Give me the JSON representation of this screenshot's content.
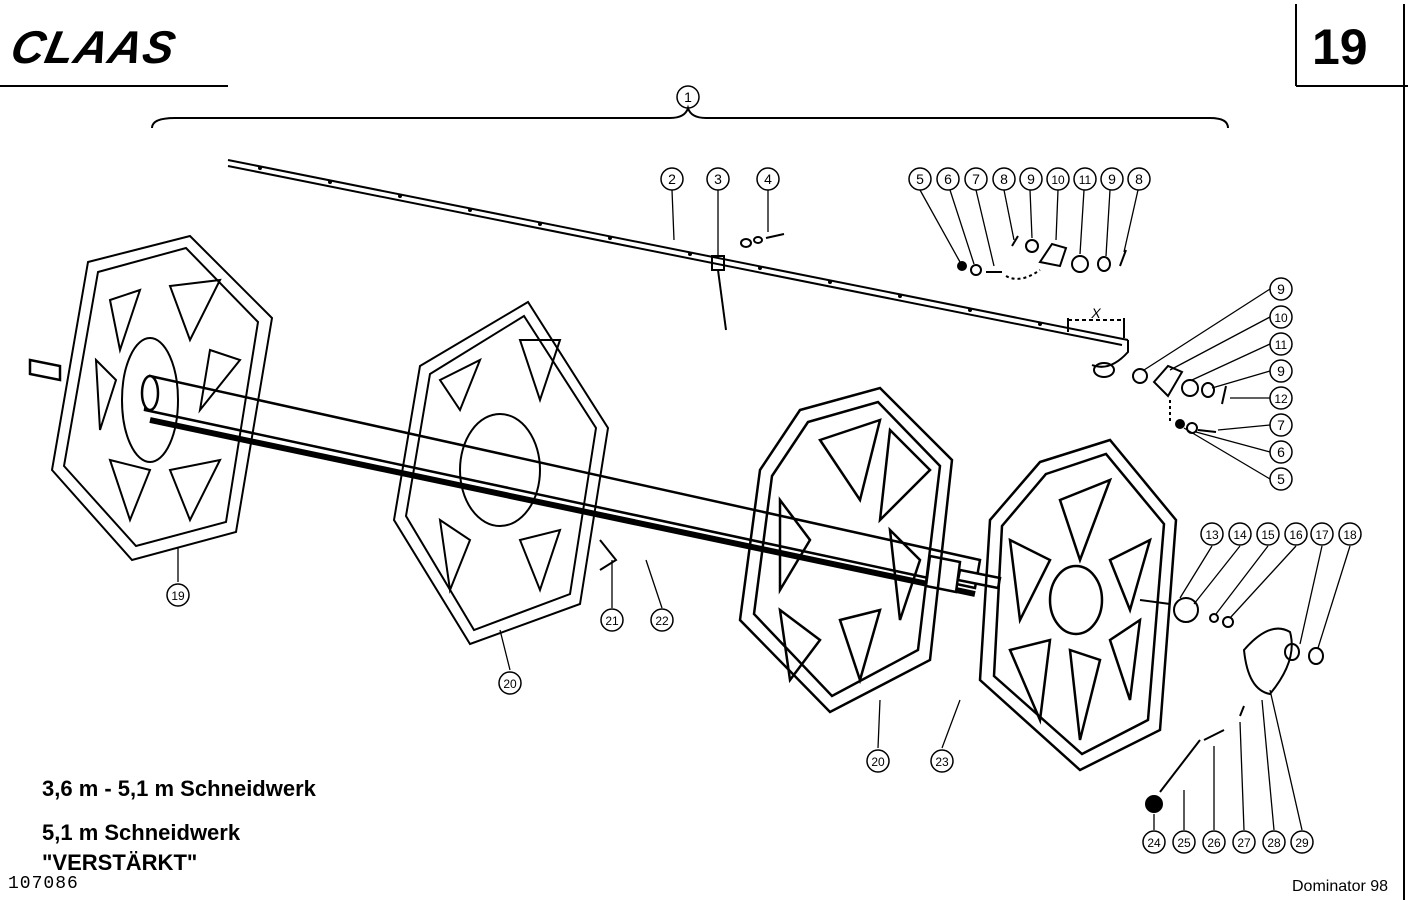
{
  "header": {
    "brand": "CLAAS",
    "page_number": "19"
  },
  "captions": {
    "line1": "3,6 m - 5,1 m Schneidwerk",
    "line2": "5,1 m Schneidwerk",
    "line3": "\"VERSTÄRKT\""
  },
  "footer": {
    "document_number": "107086",
    "model": "Dominator 98"
  },
  "dimension_label": "X",
  "callouts": [
    "1",
    "2",
    "3",
    "4",
    "5",
    "6",
    "7",
    "8",
    "9",
    "10",
    "11",
    "9",
    "8",
    "9",
    "10",
    "11",
    "9",
    "12",
    "7",
    "6",
    "5",
    "13",
    "14",
    "15",
    "16",
    "17",
    "18",
    "19",
    "20",
    "21",
    "22",
    "20",
    "23",
    "24",
    "25",
    "26",
    "27",
    "28",
    "29"
  ]
}
